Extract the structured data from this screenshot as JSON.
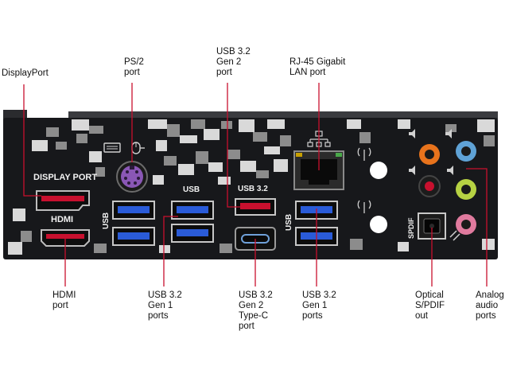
{
  "callouts": {
    "displayport": "DisplayPort",
    "ps2": "PS/2\nport",
    "usb32_gen2_top": "USB 3.2\nGen 2\nport",
    "rj45": "RJ-45 Gigabit\nLAN port",
    "hdmi": "HDMI\nport",
    "usb32_gen1_left": "USB 3.2\nGen 1\nports",
    "usb32_gen2_typec": "USB 3.2\nGen 2\nType-C\nport",
    "usb32_gen1_right": "USB 3.2\nGen 1\nports",
    "optical_spdif": "Optical\nS/PDIF\nout",
    "analog_audio": "Analog\naudio\nports"
  },
  "panel_labels": {
    "display_port": "DISPLAY PORT",
    "hdmi": "HDMI",
    "usb_left_vertical": "USB",
    "usb_top": "USB",
    "usb32_top": "USB 3.2",
    "usb_right_vertical": "USB",
    "spdif": "SPDIF"
  },
  "colors": {
    "panel": "#17181b",
    "camo_light": "#d9d9d9",
    "camo_mid": "#8c8c8c",
    "leader_line": "#c8102e",
    "usb_blue": "#2a5bd7",
    "audio_orange": "#e8731c",
    "audio_blue": "#5fa2d6",
    "audio_green": "#b7d243",
    "audio_pink": "#e07a9e",
    "ps2_purple": "#8a57b5"
  }
}
